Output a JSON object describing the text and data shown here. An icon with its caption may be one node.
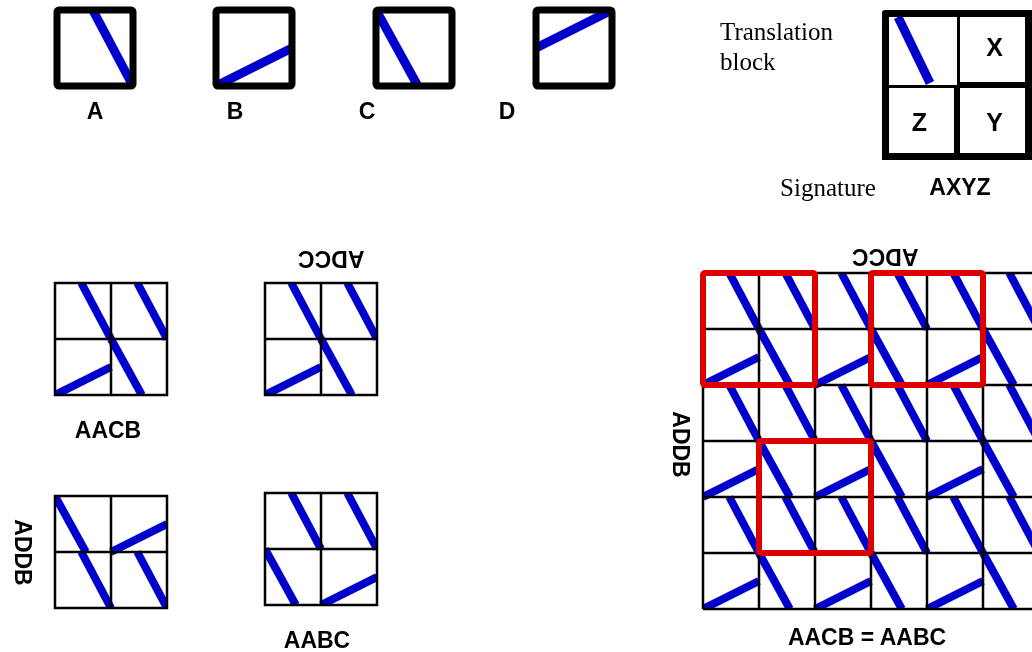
{
  "diagram": {
    "nodes": [
      {
        "text": [
          "Translation block"
        ]
      },
      {
        "text": [
          "X"
        ],
        "in": 0
      },
      {
        "text": [
          "Z"
        ],
        "in": 0
      },
      {
        "text": [
          "Y"
        ],
        "in": 0
      }
    ],
    "labels": [
      "A",
      "B",
      "C",
      "D",
      "Signature",
      "AXYZ",
      "ADCC",
      "ADCC",
      "ADDB",
      "AACB",
      "ADDB",
      "AABC",
      "AACB = AABC"
    ]
  }
}
